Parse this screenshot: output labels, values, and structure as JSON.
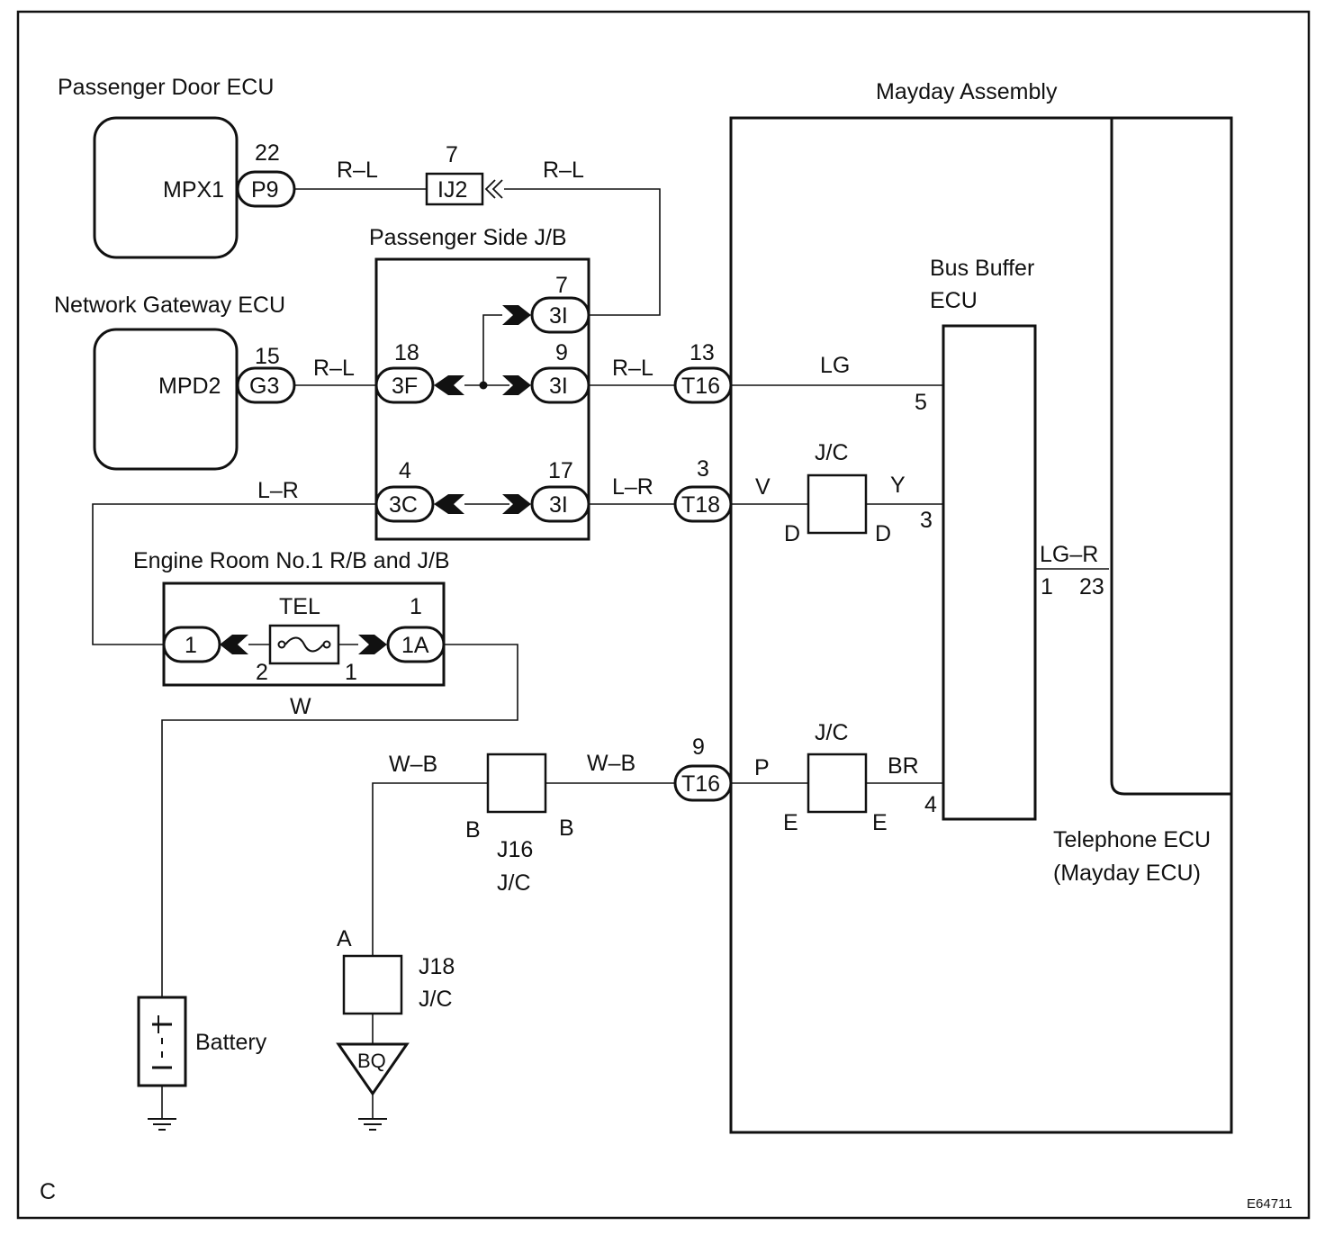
{
  "components": {
    "passenger_door_ecu": "Passenger Door ECU",
    "network_gateway_ecu": "Network Gateway ECU",
    "passenger_side_jb": "Passenger Side J/B",
    "engine_room_rb_jb": "Engine Room No.1 R/B and J/B",
    "mayday_assembly": "Mayday Assembly",
    "bus_buffer_ecu_line1": "Bus Buffer",
    "bus_buffer_ecu_line2": "ECU",
    "telephone_ecu_line1": "Telephone ECU",
    "telephone_ecu_line2": "(Mayday ECU)",
    "battery": "Battery",
    "fuse_tel": "TEL",
    "j16_line1": "J16",
    "j16_line2": "J/C",
    "j18_line1": "J18",
    "j18_line2": "J/C",
    "jc_upper": "J/C",
    "jc_lower": "J/C",
    "ground_bq": "BQ"
  },
  "terminals": {
    "mpx1": "MPX1",
    "mpd2": "MPD2"
  },
  "connectors": {
    "p9": {
      "code": "P9",
      "pin": "22"
    },
    "ij2": {
      "code": "IJ2",
      "pin": "7"
    },
    "g3": {
      "code": "G3",
      "pin": "15"
    },
    "jb_3f": {
      "code": "3F",
      "pin": "18"
    },
    "jb_3i_top": {
      "code": "3I",
      "pin": "7"
    },
    "jb_3i_mid": {
      "code": "3I",
      "pin": "9"
    },
    "jb_3c": {
      "code": "3C",
      "pin": "4"
    },
    "jb_3i_bot": {
      "code": "3I",
      "pin": "17"
    },
    "t16_top": {
      "code": "T16",
      "pin": "13"
    },
    "t18": {
      "code": "T18",
      "pin": "3"
    },
    "t16_bot": {
      "code": "T16",
      "pin": "9"
    },
    "rb_1": {
      "code": "1"
    },
    "rb_1a": {
      "code": "1A",
      "pin": "1"
    }
  },
  "pins": {
    "bus_buffer_5": "5",
    "bus_buffer_3": "3",
    "bus_buffer_4": "4",
    "bus_buffer_1": "1",
    "telephone_23": "23",
    "fuse_left": "2",
    "fuse_right": "1",
    "jc_upper_left": "D",
    "jc_upper_right": "D",
    "jc_lower_left": "E",
    "jc_lower_right": "E",
    "j16_left": "B",
    "j16_right": "B",
    "j18_top": "A"
  },
  "wires": {
    "w1": "R–L",
    "w2": "R–L",
    "w3": "R–L",
    "w4": "R–L",
    "w5": "LG",
    "w6": "L–R",
    "w7": "L–R",
    "w8": "V",
    "w9": "Y",
    "w10": "LG–R",
    "w11": "W",
    "w12": "W–B",
    "w13": "W–B",
    "w14": "P",
    "w15": "BR"
  },
  "footer": {
    "corner_letter": "C",
    "figure_code": "E64711"
  }
}
